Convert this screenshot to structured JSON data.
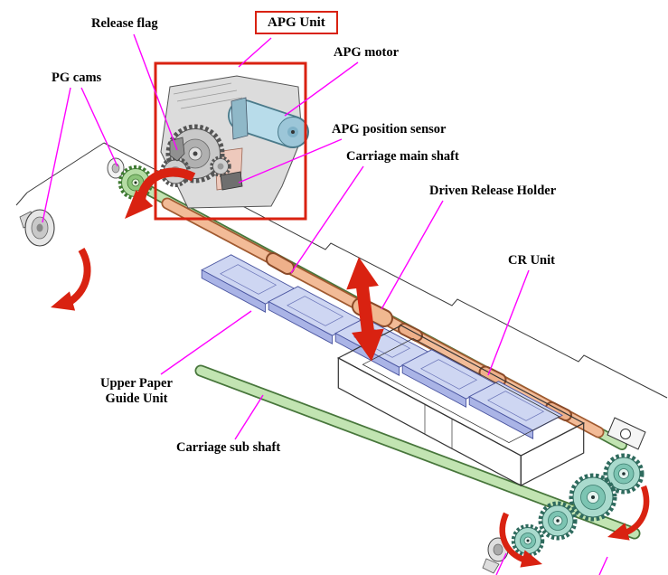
{
  "labels": {
    "apg_unit": "APG Unit",
    "release_flag": "Release flag",
    "pg_cams": "PG cams",
    "apg_motor": "APG motor",
    "apg_position_sensor": "APG position sensor",
    "carriage_main_shaft": "Carriage main shaft",
    "driven_release_holder": "Driven Release Holder",
    "cr_unit": "CR Unit",
    "upper_paper_guide_line1": "Upper Paper",
    "upper_paper_guide_line2": "Guide Unit",
    "carriage_sub_shaft": "Carriage sub shaft"
  },
  "colors": {
    "leader_line": "#ff00ff",
    "highlight_red": "#d92211",
    "shaft_green": "#c2e4b2",
    "shaft_salmon": "#f2bb97",
    "motor_blue": "#b8dcea",
    "paper_guide_lavender": "#ced6f2",
    "gear_teal": "#a9dacd"
  }
}
